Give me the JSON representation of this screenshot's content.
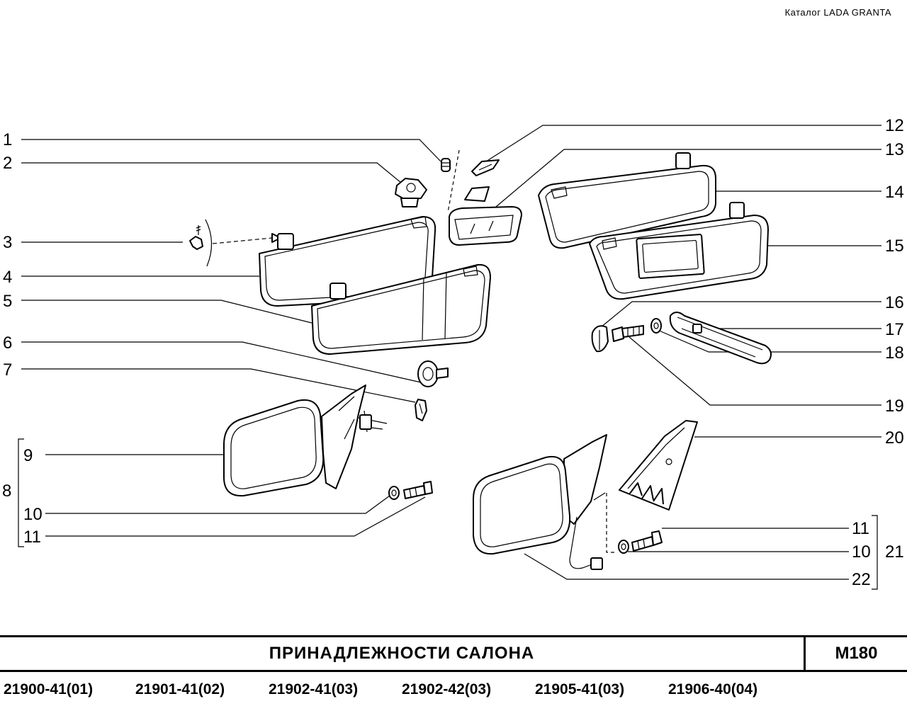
{
  "catalog_label": "Каталог  LADA  GRANTA",
  "title": "ПРИНАДЛЕЖНОСТИ   САЛОНА",
  "page_code": "М180",
  "models": [
    "21900-41(01)",
    "21901-41(02)",
    "21902-41(03)",
    "21902-42(03)",
    "21905-41(03)",
    "21906-40(04)"
  ],
  "callouts": {
    "c1": "1",
    "c2": "2",
    "c3": "3",
    "c4": "4",
    "c5": "5",
    "c6": "6",
    "c7": "7",
    "c8": "8",
    "c9": "9",
    "c10": "10",
    "c11": "11",
    "c12": "12",
    "c13": "13",
    "c14": "14",
    "c15": "15",
    "c16": "16",
    "c17": "17",
    "c18": "18",
    "c19": "19",
    "c20": "20",
    "c10r": "10",
    "c11r": "11",
    "c21": "21",
    "c22": "22"
  }
}
